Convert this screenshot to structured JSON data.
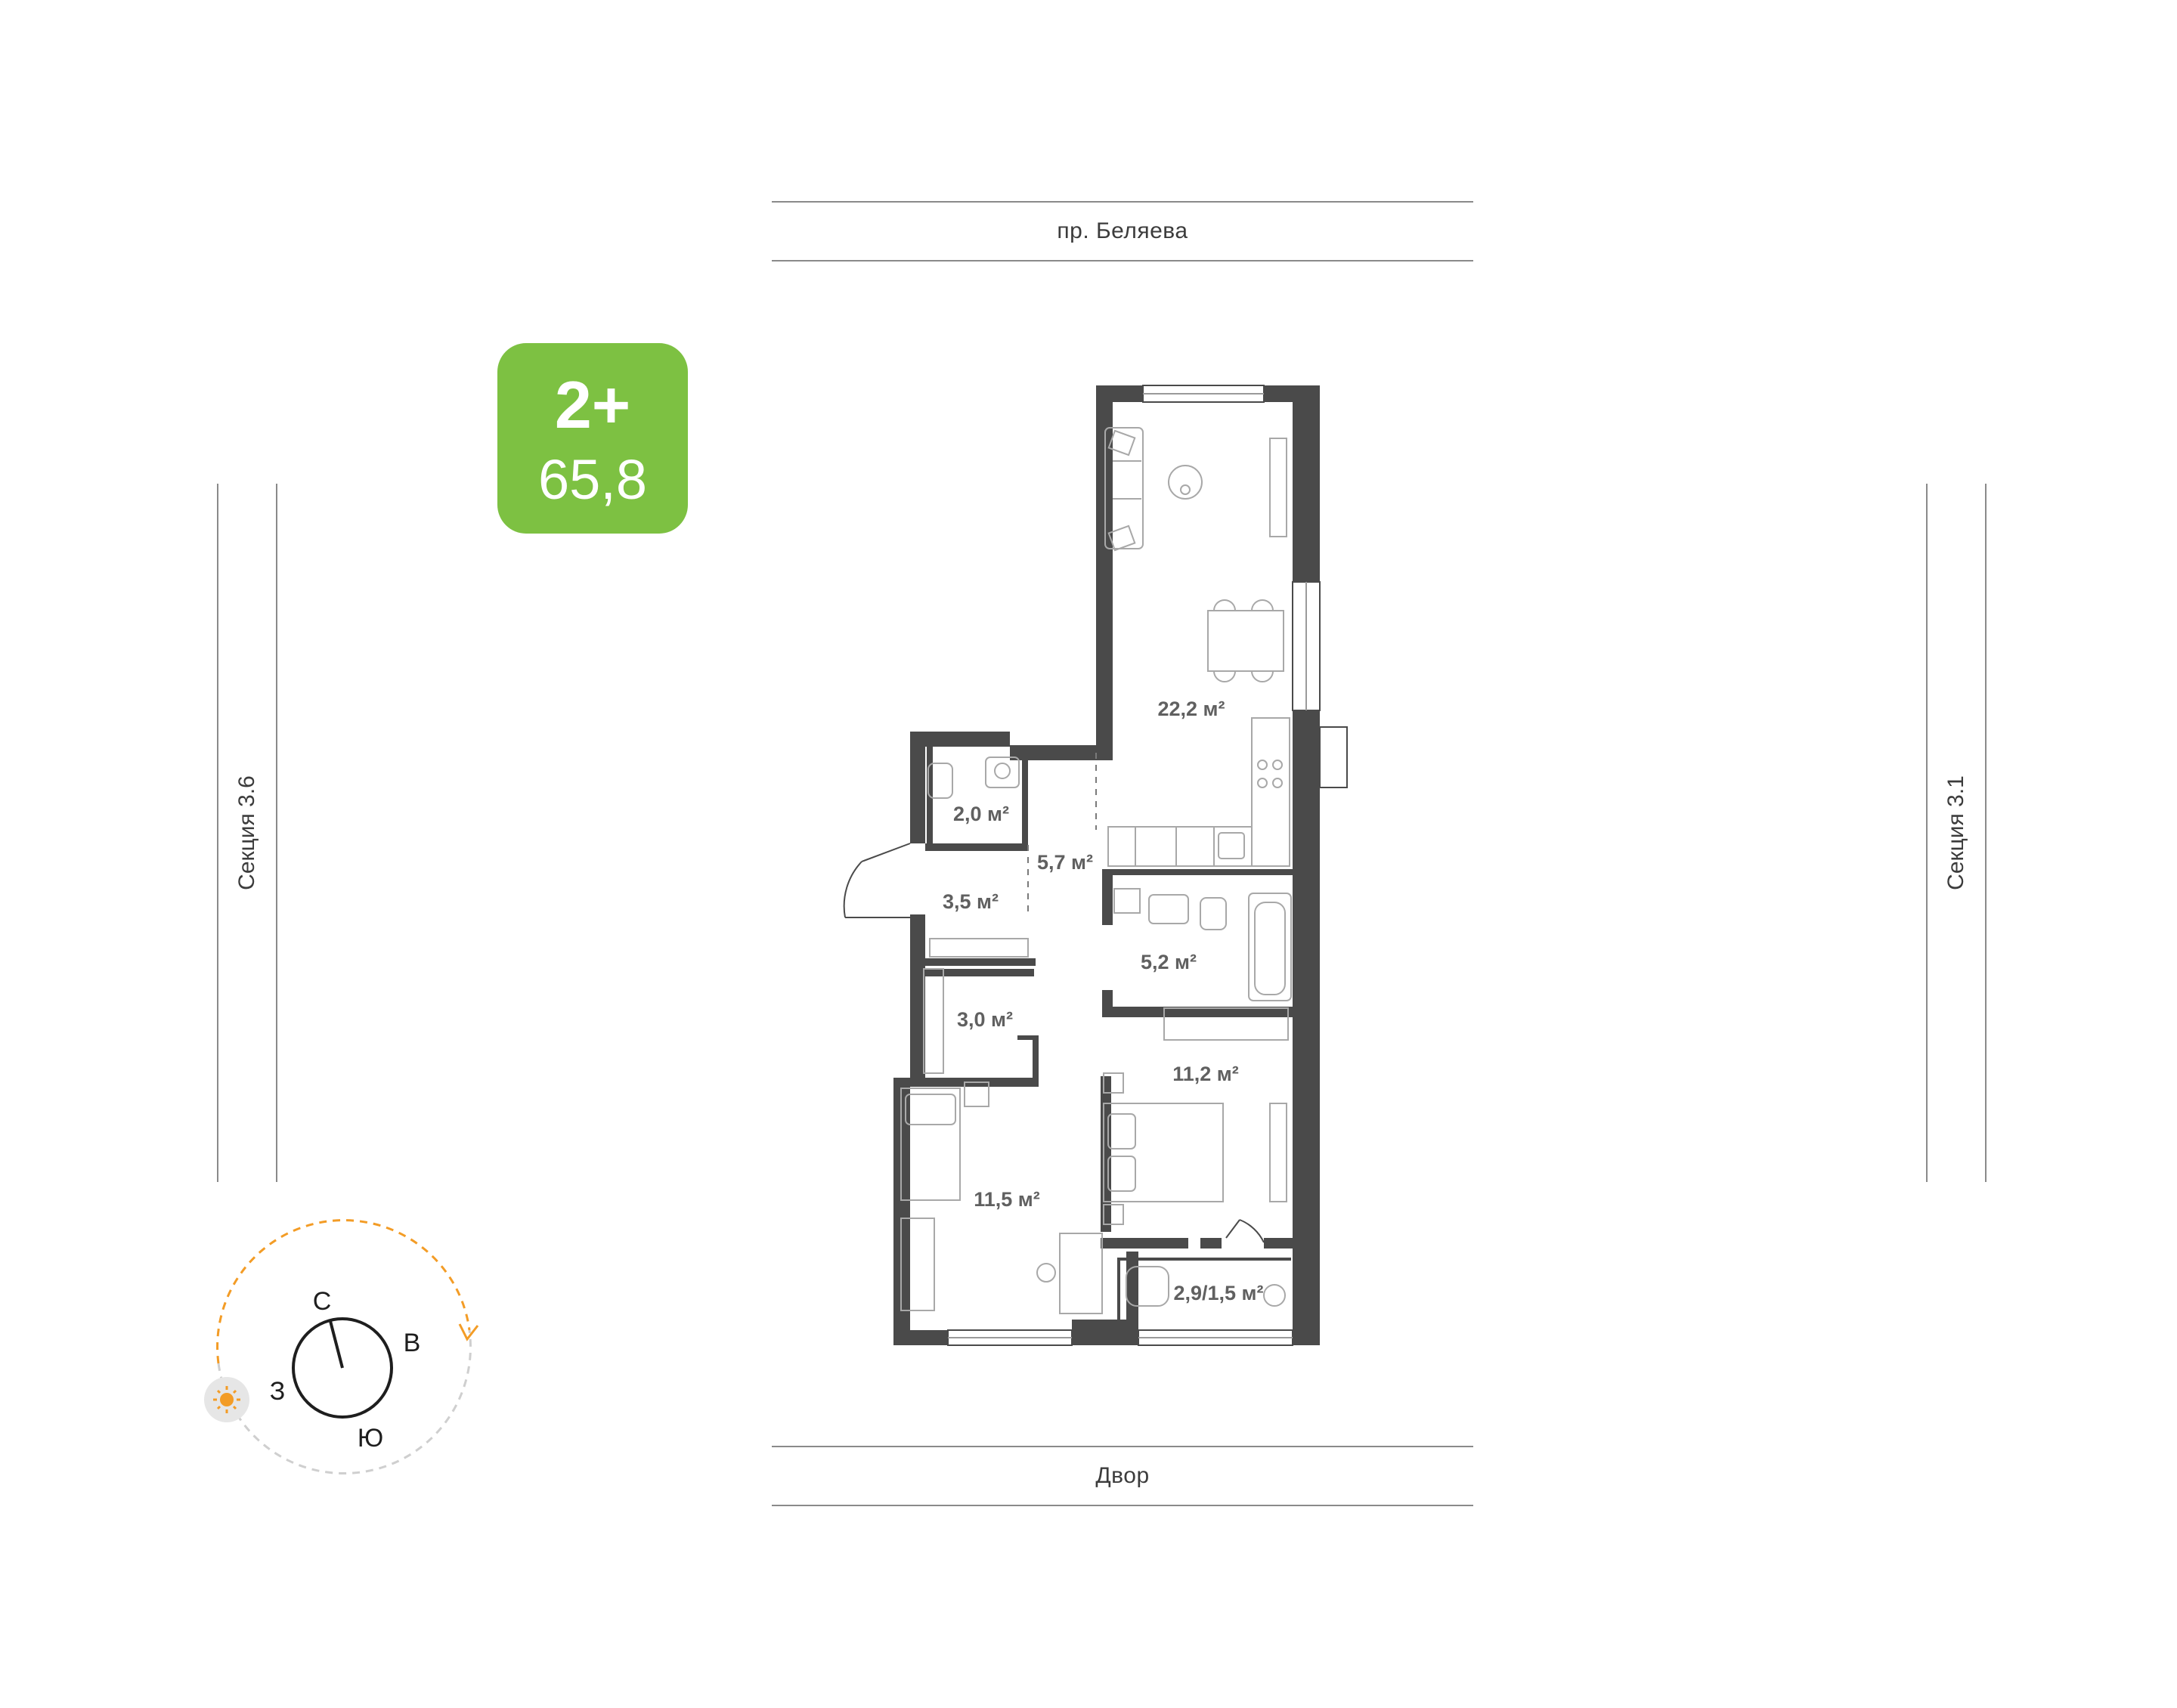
{
  "apartment": {
    "rooms": "2+",
    "total_area": "65,8"
  },
  "streets": {
    "top": "пр. Беляева",
    "bottom": "Двор"
  },
  "sections": {
    "left": "Секция 3.6",
    "right": "Секция 3.1"
  },
  "rooms": [
    {
      "id": "living",
      "area": "22,2 м²"
    },
    {
      "id": "bath-small",
      "area": "2,0 м²"
    },
    {
      "id": "hall",
      "area": "5,7 м²"
    },
    {
      "id": "entry",
      "area": "3,5 м²"
    },
    {
      "id": "bath-large",
      "area": "5,2 м²"
    },
    {
      "id": "storage",
      "area": "3,0 м²"
    },
    {
      "id": "bedroom-right",
      "area": "11,2 м²"
    },
    {
      "id": "bedroom-left",
      "area": "11,5 м²"
    },
    {
      "id": "balcony",
      "area": "2,9/1,5 м²"
    }
  ],
  "compass": {
    "north": "С",
    "east": "В",
    "south": "Ю",
    "west": "З"
  },
  "colors": {
    "badge": "#7dc142",
    "walls": "#4a4a4a",
    "sun": "#f39c26",
    "arrow": "#f39c26"
  },
  "icons": [
    "sun-icon",
    "compass-icon",
    "door-swing-icon",
    "bathtub-icon",
    "toilet-icon",
    "sink-icon",
    "stove-icon",
    "bed-icon",
    "sofa-icon",
    "table-icon",
    "plant-icon",
    "armchair-icon"
  ]
}
